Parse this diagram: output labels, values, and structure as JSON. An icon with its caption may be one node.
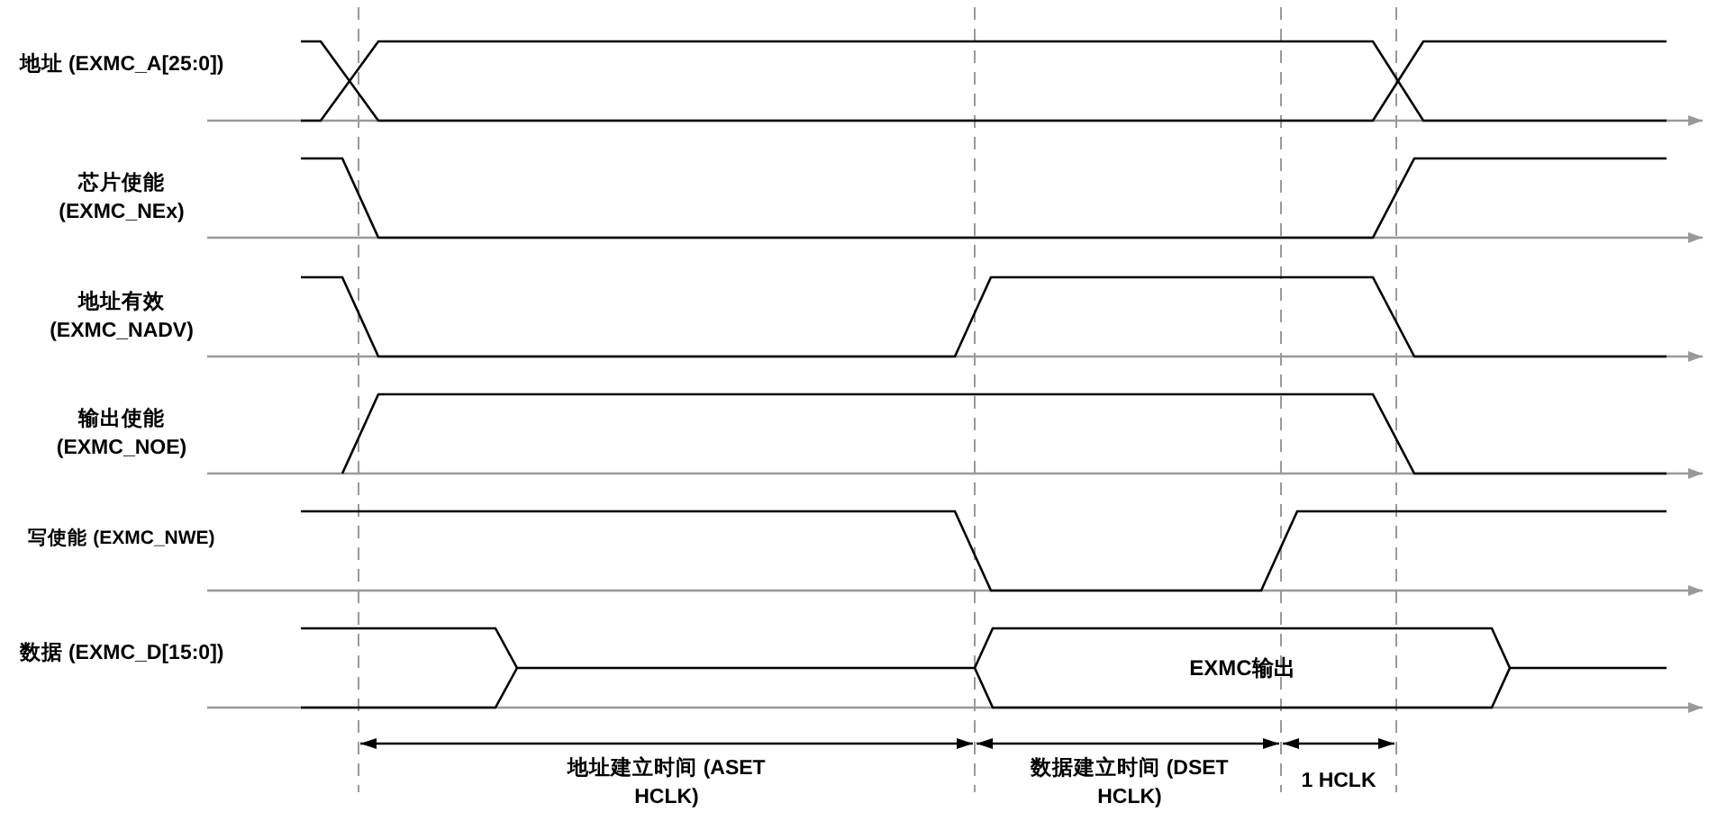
{
  "diagram": {
    "nodes": [
      {
        "text": [
          "EXMC输出"
        ]
      }
    ],
    "labels": [
      "地址 (EXMC_A[25:0])",
      "芯片使能 (EXMC_NEx)",
      "地址有效 (EXMC_NADV)",
      "输出使能 (EXMC_NOE)",
      "写使能 (EXMC_NWE)",
      "数据 (EXMC_D[15:0])",
      "地址建立时间 (ASET HCLK)",
      "数据建立时间 (DSET HCLK)",
      "1 HCLK"
    ]
  }
}
